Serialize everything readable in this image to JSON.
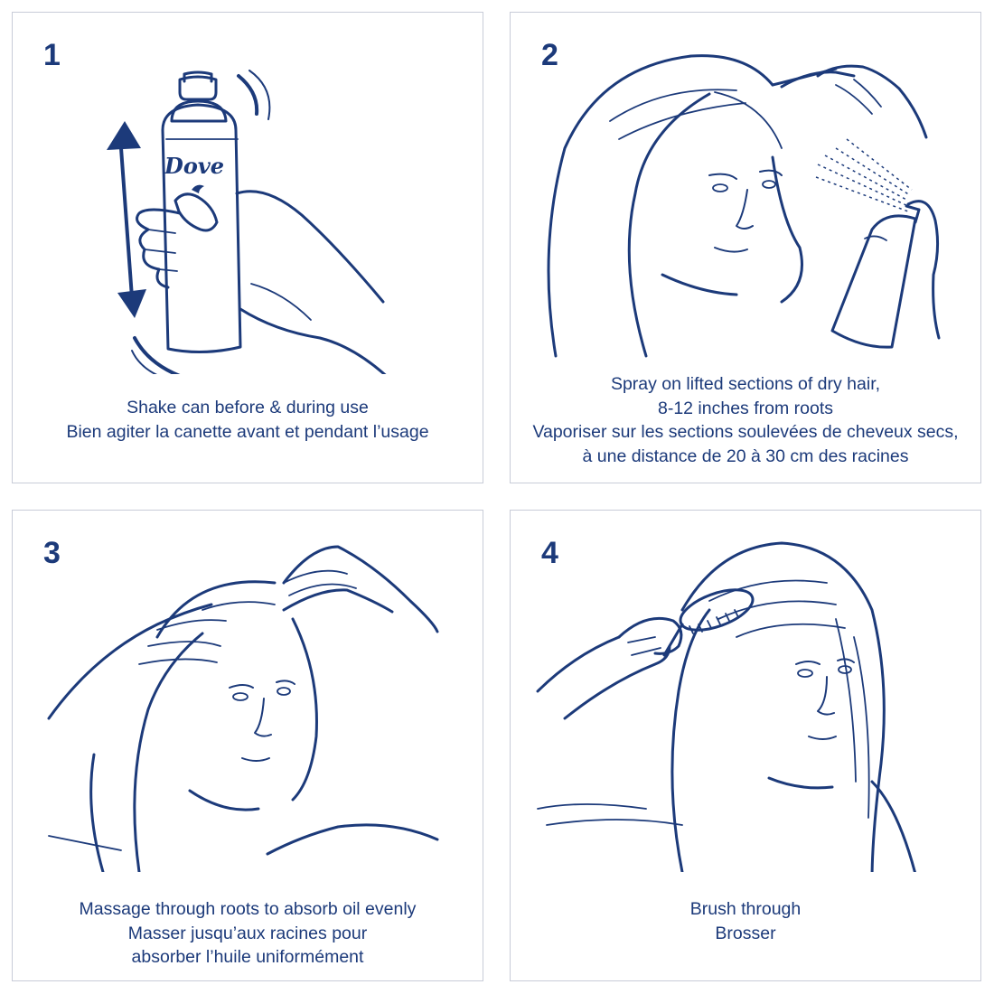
{
  "steps": [
    {
      "number": "1",
      "lines": [
        "Shake can before & during use",
        "Bien agiter la canette avant et pendant l’usage"
      ],
      "brand": "Dove"
    },
    {
      "number": "2",
      "lines": [
        "Spray on lifted sections of dry hair,",
        "8-12 inches from roots",
        "Vaporiser sur les sections soulevées de cheveux secs,",
        "à une distance de 20 à 30 cm des racines"
      ]
    },
    {
      "number": "3",
      "lines": [
        "Massage through roots to absorb oil evenly",
        "Masser jusqu’aux racines pour",
        "absorber l’huile uniformément"
      ]
    },
    {
      "number": "4",
      "lines": [
        "Brush through",
        "Brosser"
      ]
    }
  ],
  "colors": {
    "ink": "#1c3a7a",
    "border": "#c8ccd8",
    "background": "#ffffff"
  }
}
